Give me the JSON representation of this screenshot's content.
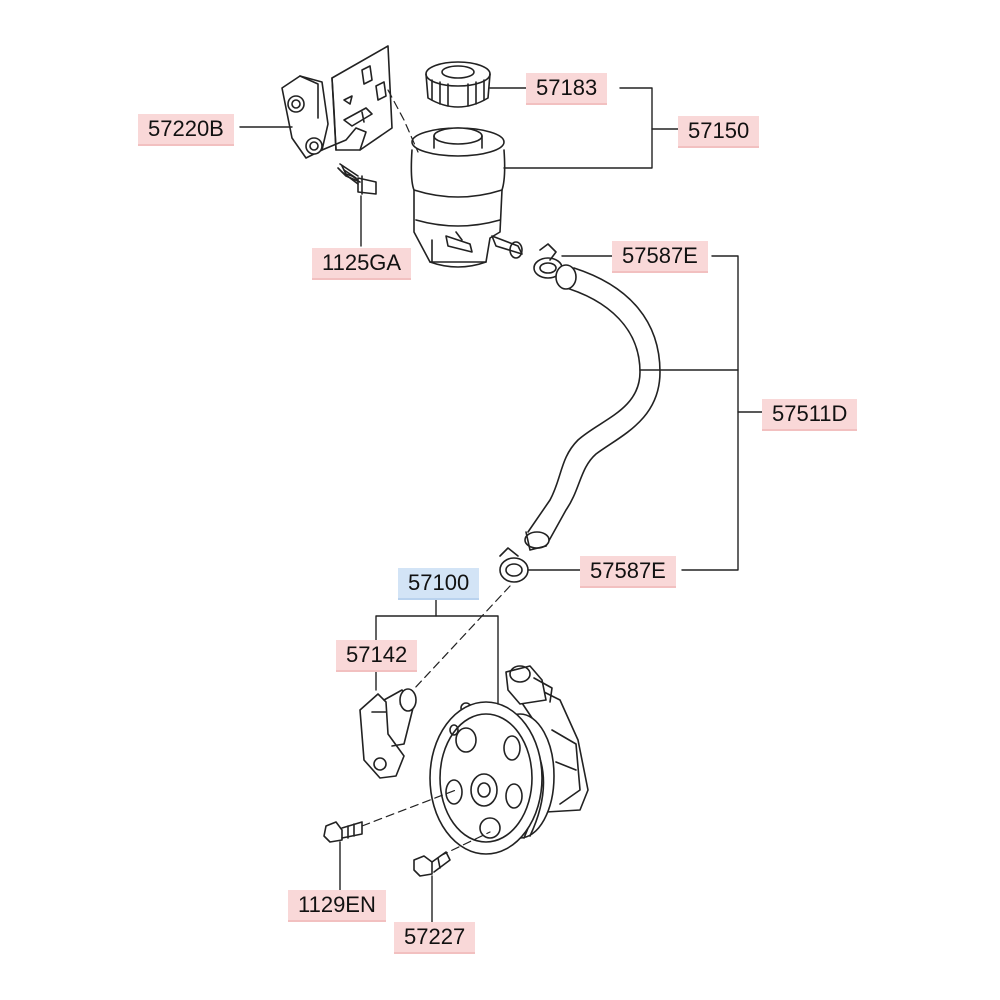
{
  "colors": {
    "label_bg": "#f9d8d8",
    "label_highlight_bg": "#d3e4f6",
    "line": "#222222"
  },
  "labels": {
    "p57220B": "57220B",
    "p57183": "57183",
    "p57150": "57150",
    "p1125GA": "1125GA",
    "p57587E_top": "57587E",
    "p57511D": "57511D",
    "p57587E_bottom": "57587E",
    "p57100": "57100",
    "p57142": "57142",
    "p1129EN": "1129EN",
    "p57227": "57227"
  },
  "parts": [
    {
      "number": "57220B",
      "component": "reservoir-bracket"
    },
    {
      "number": "57183",
      "component": "reservoir-cap"
    },
    {
      "number": "57150",
      "component": "reservoir-assembly"
    },
    {
      "number": "1125GA",
      "component": "bracket-bolt"
    },
    {
      "number": "57587E",
      "component": "hose-clamp-upper"
    },
    {
      "number": "57511D",
      "component": "suction-hose-assembly"
    },
    {
      "number": "57587E",
      "component": "hose-clamp-lower"
    },
    {
      "number": "57100",
      "component": "power-steering-pump-assembly",
      "highlighted": true
    },
    {
      "number": "57142",
      "component": "pump-inlet-fitting"
    },
    {
      "number": "1129EN",
      "component": "pump-bolt"
    },
    {
      "number": "57227",
      "component": "pulley-bolt"
    }
  ]
}
